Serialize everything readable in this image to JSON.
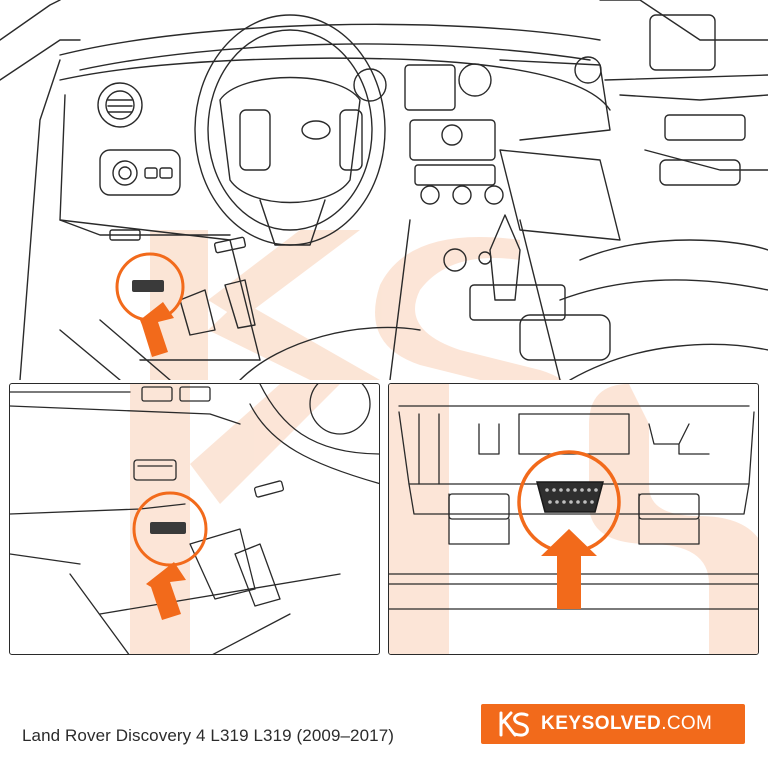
{
  "caption": "Land Rover Discovery 4 L319 L319 (2009–2017)",
  "brand": {
    "name": "KEYSOLVED",
    "tld": ".COM",
    "logo_icon": "ks-logo-icon"
  },
  "colors": {
    "accent": "#f26a1b",
    "line": "#2a2a2a",
    "watermark": "#fbe1d0",
    "brand_bg": "#f26a1b"
  },
  "icons": [
    "obd-port-icon",
    "arrow-up-icon",
    "highlight-circle-icon"
  ]
}
